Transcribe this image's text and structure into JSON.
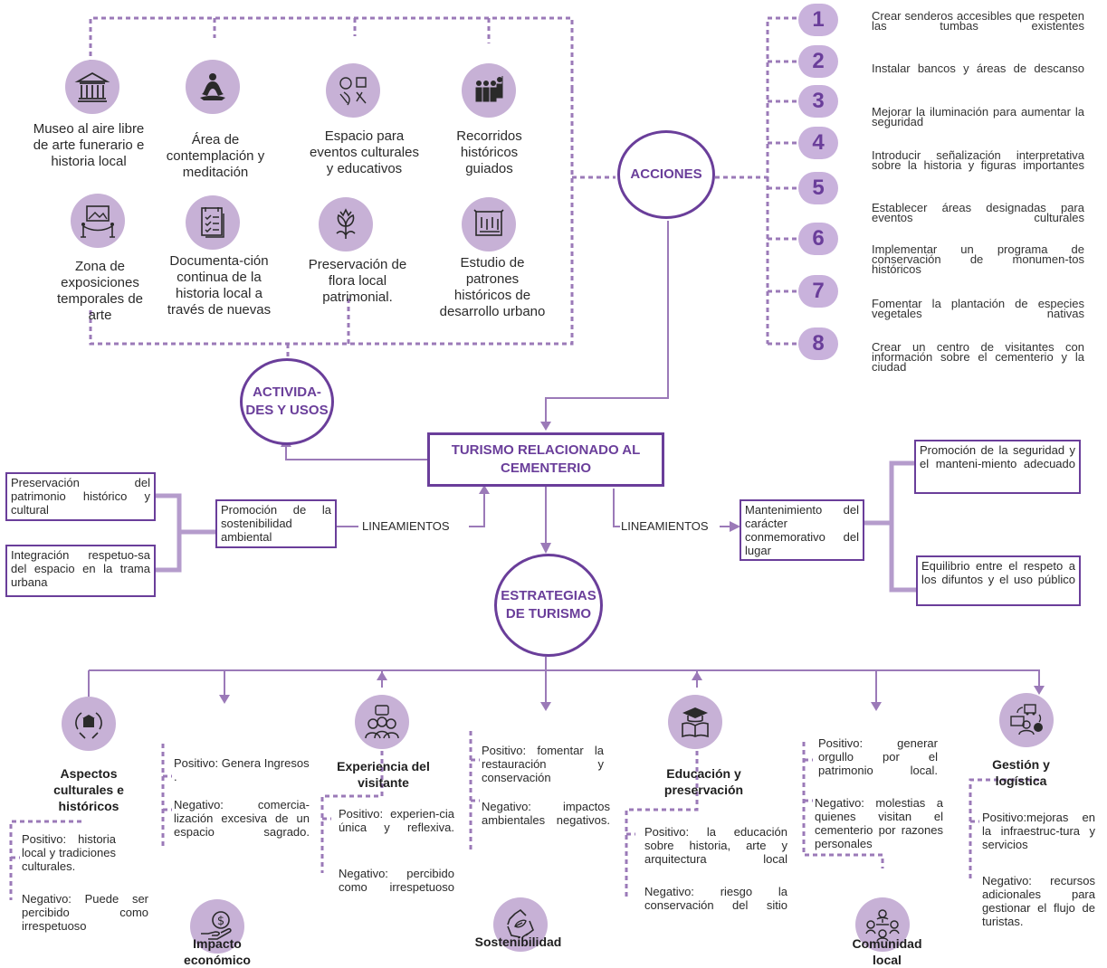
{
  "activities": [
    "Museo al aire libre de arte funerario e historia local",
    "Área de contemplación y meditación",
    "Espacio para eventos culturales y educativos",
    "Recorridos históricos guiados",
    "Zona de exposiciones temporales de arte",
    "Documenta-ción continua de la historia local a través de nuevas",
    "Preservación de flora local patrimonial.",
    "Estudio de patrones históricos de desarrollo urbano"
  ],
  "nodes": {
    "actividades": "ACTIVIDA-\nDES Y USOS",
    "acciones": "ACCIONES",
    "turismo": "TURISMO RELACIONADO AL\nCEMENTERIO",
    "estrategias": "ESTRATEGIAS\nDE TURISMO"
  },
  "actions": [
    {
      "n": "1",
      "text": "Crear senderos accesibles que respeten las tumbas existentes"
    },
    {
      "n": "2",
      "text": "Instalar bancos y áreas de descanso"
    },
    {
      "n": "3",
      "text": "Mejorar la iluminación para aumentar la seguridad"
    },
    {
      "n": "4",
      "text": "Introducir señalización interpretativa sobre la historia y figuras importantes"
    },
    {
      "n": "5",
      "text": "Establecer áreas designadas para eventos culturales"
    },
    {
      "n": "6",
      "text": "Implementar un programa de conservación de monumen-tos históricos"
    },
    {
      "n": "7",
      "text": "Fomentar la plantación de especies vegetales nativas"
    },
    {
      "n": "8",
      "text": "Crear un centro de visitantes con información sobre el cementerio y la ciudad"
    }
  ],
  "lineamientos": {
    "label": "LINEAMIENTOS",
    "left_top": "Preservación del patrimonio histórico y cultural",
    "left_bottom": "Integración respetuo-sa del espacio en la trama urbana",
    "left_mid": "Promoción de la sostenibilidad ambiental",
    "right_mid": "Mantenimiento del carácter conmemorativo del lugar",
    "right_top": "Promoción de la seguridad y el manteni-miento adecuado",
    "right_bottom": "Equilibrio entre el respeto a los difuntos y el uso público"
  },
  "strategies": [
    {
      "title": "Aspectos culturales e históricos",
      "positive": "Positivo: historia local y tradiciones culturales.",
      "negative": "Negativo: Puede ser percibido como irrespetuoso"
    },
    {
      "title": "Impacto económico",
      "positive": "Positivo: Genera Ingresos .",
      "negative": "Negativo: comercia-lización excesiva de un espacio sagrado."
    },
    {
      "title": "Experiencia del visitante",
      "positive": "Positivo: experien-cia única y reflexiva.",
      "negative": "Negativo: percibido como irrespetuoso"
    },
    {
      "title": "Sostenibilidad",
      "positive": "Positivo: fomentar la restauración y conservación",
      "negative": "Negativo: impactos ambientales negativos."
    },
    {
      "title": "Educación y preservación",
      "positive": "Positivo: la educación sobre historia, arte y arquitectura local",
      "negative": "Negativo: riesgo la conservación del sitio"
    },
    {
      "title": "Comunidad local",
      "positive": "Positivo: generar orgullo por el patrimonio local.",
      "negative": "Negativo: molestias a quienes visitan el cementerio por razones personales"
    },
    {
      "title": "Gestión y logística",
      "positive": "Positivo:mejoras en la infraestruc-tura y servicios",
      "negative": "Negativo: recursos adicionales para gestionar el flujo de turistas."
    }
  ]
}
